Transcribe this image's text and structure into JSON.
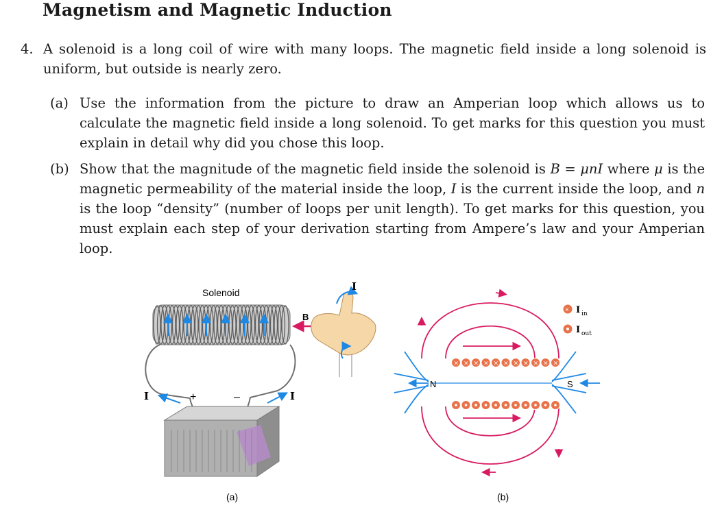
{
  "heading": "Magnetism and Magnetic Induction",
  "question": {
    "number": "4.",
    "text": "A solenoid is a long coil of wire with many loops. The magnetic field inside a long solenoid is uniform, but outside is nearly zero."
  },
  "part_a": {
    "label": "(a)",
    "text": "Use the information from the picture to draw an Amperian loop which allows us to calculate the magnetic field inside a long solenoid. To get marks for this question you must explain in detail why did you chose this loop."
  },
  "part_b": {
    "label": "(b)",
    "text_1": "Show that the magnitude of the magnetic field inside the solenoid is ",
    "formula": "B = μnI",
    "text_2": " where ",
    "mu": "μ",
    "text_3": " is the magnetic permeability of the material inside the loop, ",
    "I": "I",
    "text_4": " is the current inside the loop, and ",
    "n": "n",
    "text_5": " is the loop “density” (number of loops per unit length). To get marks for this question, you must explain each step of your derivation starting from Ampere’s law and your Amperian loop."
  },
  "figure": {
    "label_solenoid": "Solenoid",
    "label_B": "B",
    "label_I_hand": "I",
    "label_I_left": "I",
    "label_I_right": "I",
    "label_plus": "+",
    "label_minus": "–",
    "label_N": "N",
    "label_S": "S",
    "legend_in": "I",
    "legend_in_sub": "in",
    "legend_out": "I",
    "legend_out_sub": "out",
    "caption_a": "(a)",
    "caption_b": "(b)",
    "colors": {
      "field_red": "#d81b60",
      "field_blue": "#1e88e5",
      "coil": "#8a8a8a",
      "current_arrow": "#1e88e5",
      "hand": "#f6d7a7",
      "battery": "#9e9e9e",
      "wire_dot": "#e8734a"
    }
  }
}
